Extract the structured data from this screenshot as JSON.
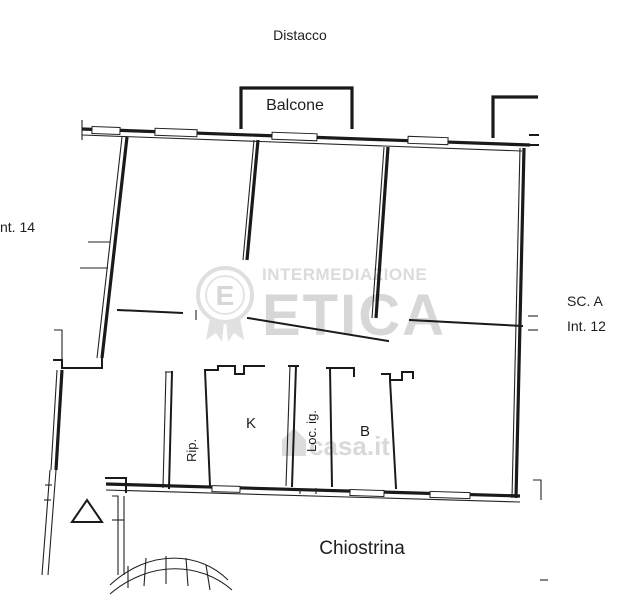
{
  "plan": {
    "labels": {
      "distacco": "Distacco",
      "balcone": "Balcone",
      "int14": "nt. 14",
      "sca": "SC. A",
      "int12": "Int. 12",
      "k": "K",
      "b": "B",
      "rip": "Rip.",
      "loc_ig": "Loc. ig.",
      "chiostrina": "Chiostrina"
    },
    "watermarks": {
      "agency_line1": "INTERMEDIAZIONE",
      "agency_line2": "ETICA",
      "agency_logo_letter": "E",
      "portal": "casa.it"
    }
  }
}
